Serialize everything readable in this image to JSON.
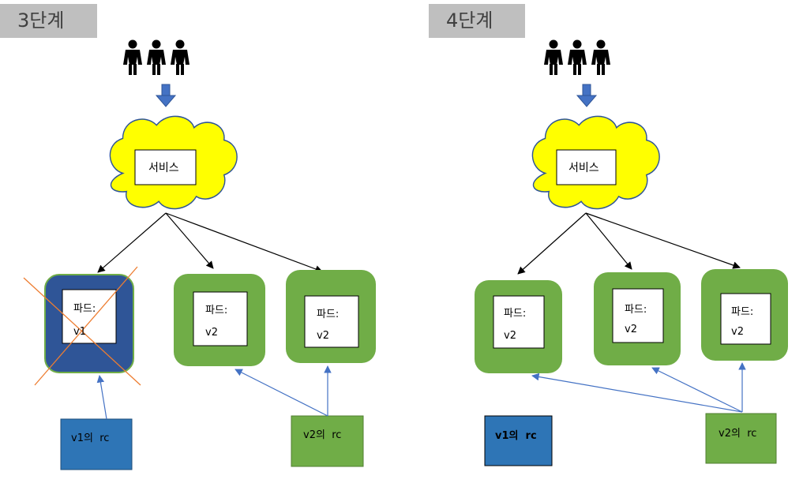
{
  "panels": [
    {
      "stage": "3단계",
      "service_label": "서비스",
      "pods": [
        {
          "label": "파드:",
          "version": "v1",
          "state": "deleted"
        },
        {
          "label": "파드:",
          "version": "v2",
          "state": "running"
        },
        {
          "label": "파드:",
          "version": "v2",
          "state": "running"
        }
      ],
      "rcs": [
        {
          "label": "v1의  rc",
          "color": "#2e75b6"
        },
        {
          "label": "v2의  rc",
          "color": "#70ad47"
        }
      ]
    },
    {
      "stage": "4단계",
      "service_label": "서비스",
      "pods": [
        {
          "label": "파드:",
          "version": "v2",
          "state": "running"
        },
        {
          "label": "파드:",
          "version": "v2",
          "state": "running"
        },
        {
          "label": "파드:",
          "version": "v2",
          "state": "running"
        }
      ],
      "rcs": [
        {
          "label": "v1의  rc",
          "color": "#2e75b6"
        },
        {
          "label": "v2의  rc",
          "color": "#70ad47"
        }
      ]
    }
  ],
  "colors": {
    "cloud": "#ffff00",
    "pod_green": "#70ad47",
    "pod_deleted": "#2f5597",
    "rc_blue": "#2e75b6",
    "rc_green": "#70ad47",
    "arrow_blue": "#4472c4",
    "cross": "#ed7d31"
  },
  "icons": [
    "users-icon",
    "down-arrow-icon",
    "cloud-icon"
  ]
}
